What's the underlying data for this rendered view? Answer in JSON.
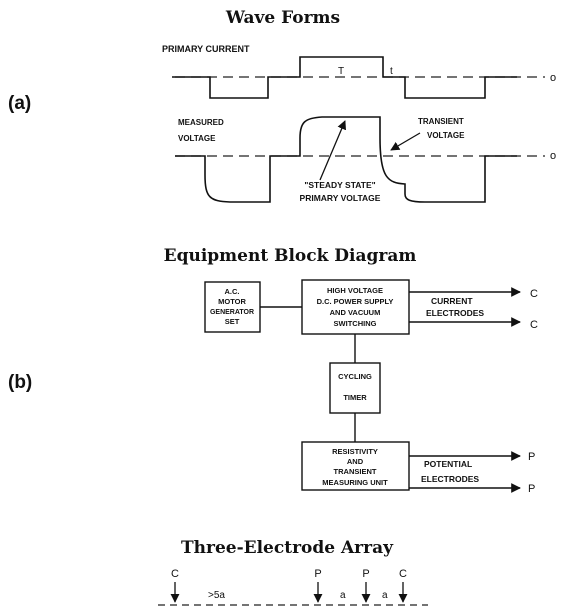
{
  "wave_forms": {
    "title": "Wave Forms",
    "part_label": "(a)",
    "primary_current_label": "PRIMARY CURRENT",
    "T_label": "T",
    "t_label": "t",
    "zero_label_1": "o",
    "measured_voltage_label_1": "MEASURED",
    "measured_voltage_label_2": "VOLTAGE",
    "transient_voltage_label_1": "TRANSIENT",
    "transient_voltage_label_2": "VOLTAGE",
    "zero_label_2": "o",
    "steady_state_label_1": "\"STEADY STATE\"",
    "steady_state_label_2": "PRIMARY VOLTAGE"
  },
  "block_diagram": {
    "title": "Equipment Block Diagram",
    "part_label": "(b)",
    "motor_box": [
      "A.C.",
      "MOTOR",
      "GENERATOR",
      "SET"
    ],
    "hv_box": [
      "HIGH VOLTAGE",
      "D.C. POWER SUPPLY",
      "AND VACUUM",
      "SWITCHING"
    ],
    "timer_box": [
      "CYCLING",
      "TIMER"
    ],
    "measuring_box": [
      "RESISTIVITY",
      "AND",
      "TRANSIENT",
      "MEASURING UNIT"
    ],
    "current_label": [
      "CURRENT",
      "ELECTRODES"
    ],
    "potential_label": [
      "POTENTIAL",
      "ELECTRODES"
    ],
    "c_out": "C",
    "p_out": "P"
  },
  "array": {
    "title": "Three-Electrode Array",
    "electrode_c": "C",
    "electrode_p": "P",
    "spacing_far": ">5a",
    "spacing_a": "a"
  }
}
